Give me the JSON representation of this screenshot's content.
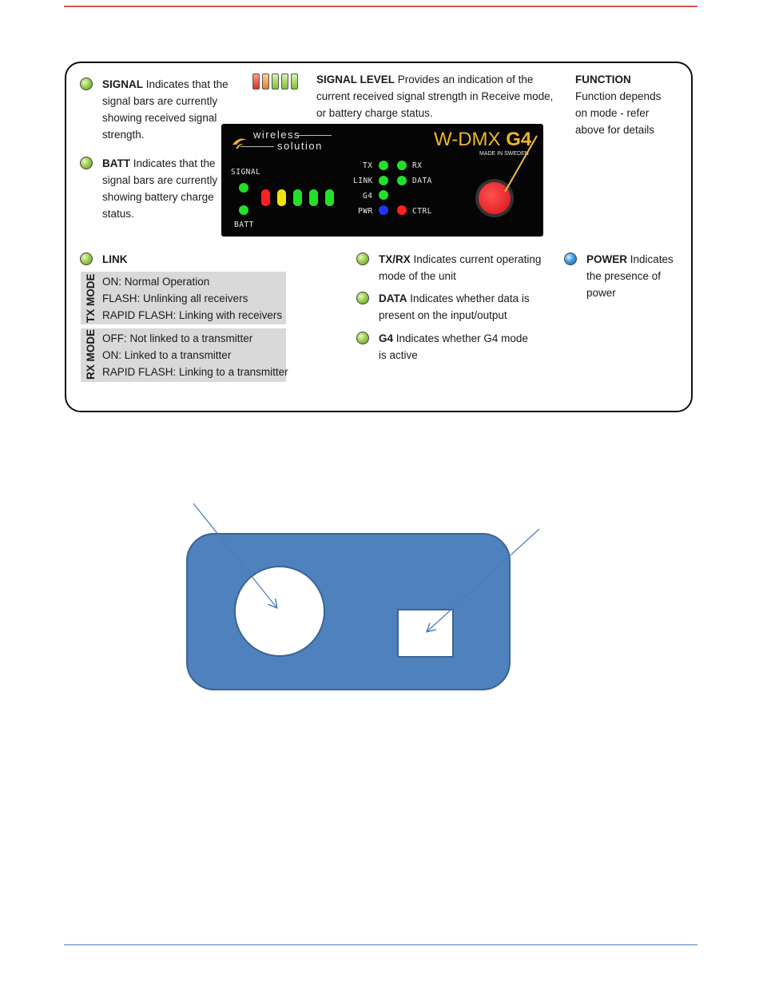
{
  "signal": {
    "title": "SIGNAL",
    "desc1": " Indicates that the",
    "line2": "signal bars are currently",
    "line3": "showing received signal",
    "line4": "strength."
  },
  "batt": {
    "title": "BATT",
    "desc1": " Indicates that the",
    "line2": "signal bars are currently",
    "line3": "showing battery charge",
    "line4": "status."
  },
  "signal_level": {
    "title": "SIGNAL LEVEL",
    "desc1": "  Provides an indication of the",
    "line2": "current received signal strength in Receive mode,",
    "line3": "or battery charge status."
  },
  "function": {
    "title": "FUNCTION",
    "line2": "Function depends",
    "line3": "on mode - refer",
    "line4": "above for details"
  },
  "device": {
    "brand_top": "wireless",
    "brand_bottom": "solution",
    "model": "W-DMX",
    "model_suffix": "G4",
    "made_in": "MADE IN SWEDEN",
    "signal_label": "SIGNAL",
    "batt_label": "BATT",
    "tx": "TX",
    "rx": "RX",
    "link": "LINK",
    "data": "DATA",
    "g4": "G4",
    "pwr": "PWR",
    "ctrl": "CTRL"
  },
  "link": {
    "title": "LINK"
  },
  "tx_mode": {
    "label": "TX MODE",
    "items": [
      "ON: Normal Operation",
      "FLASH: Unlinking all receivers",
      "RAPID FLASH: Linking with receivers"
    ]
  },
  "rx_mode": {
    "label": "RX MODE",
    "items": [
      "OFF: Not linked to a transmitter",
      "ON: Linked to a transmitter",
      "RAPID FLASH: Linking to a transmitter"
    ]
  },
  "txrx": {
    "title": "TX/RX",
    "desc1": "  Indicates current operating",
    "line2": "mode of the unit"
  },
  "data_led": {
    "title": "DATA",
    "desc1": "  Indicates whether data is",
    "line2": "present on the input/output"
  },
  "g4_led": {
    "title": "G4",
    "desc1": "  Indicates whether G4 mode",
    "line2": "is active"
  },
  "power": {
    "title": "POWER",
    "desc1": "  Indicates",
    "line2": "the presence of",
    "line3": "power"
  },
  "colors": {
    "accent_red": "#d9534f",
    "diagram_blue": "#4f81bd",
    "diagram_border": "#3a6496"
  }
}
